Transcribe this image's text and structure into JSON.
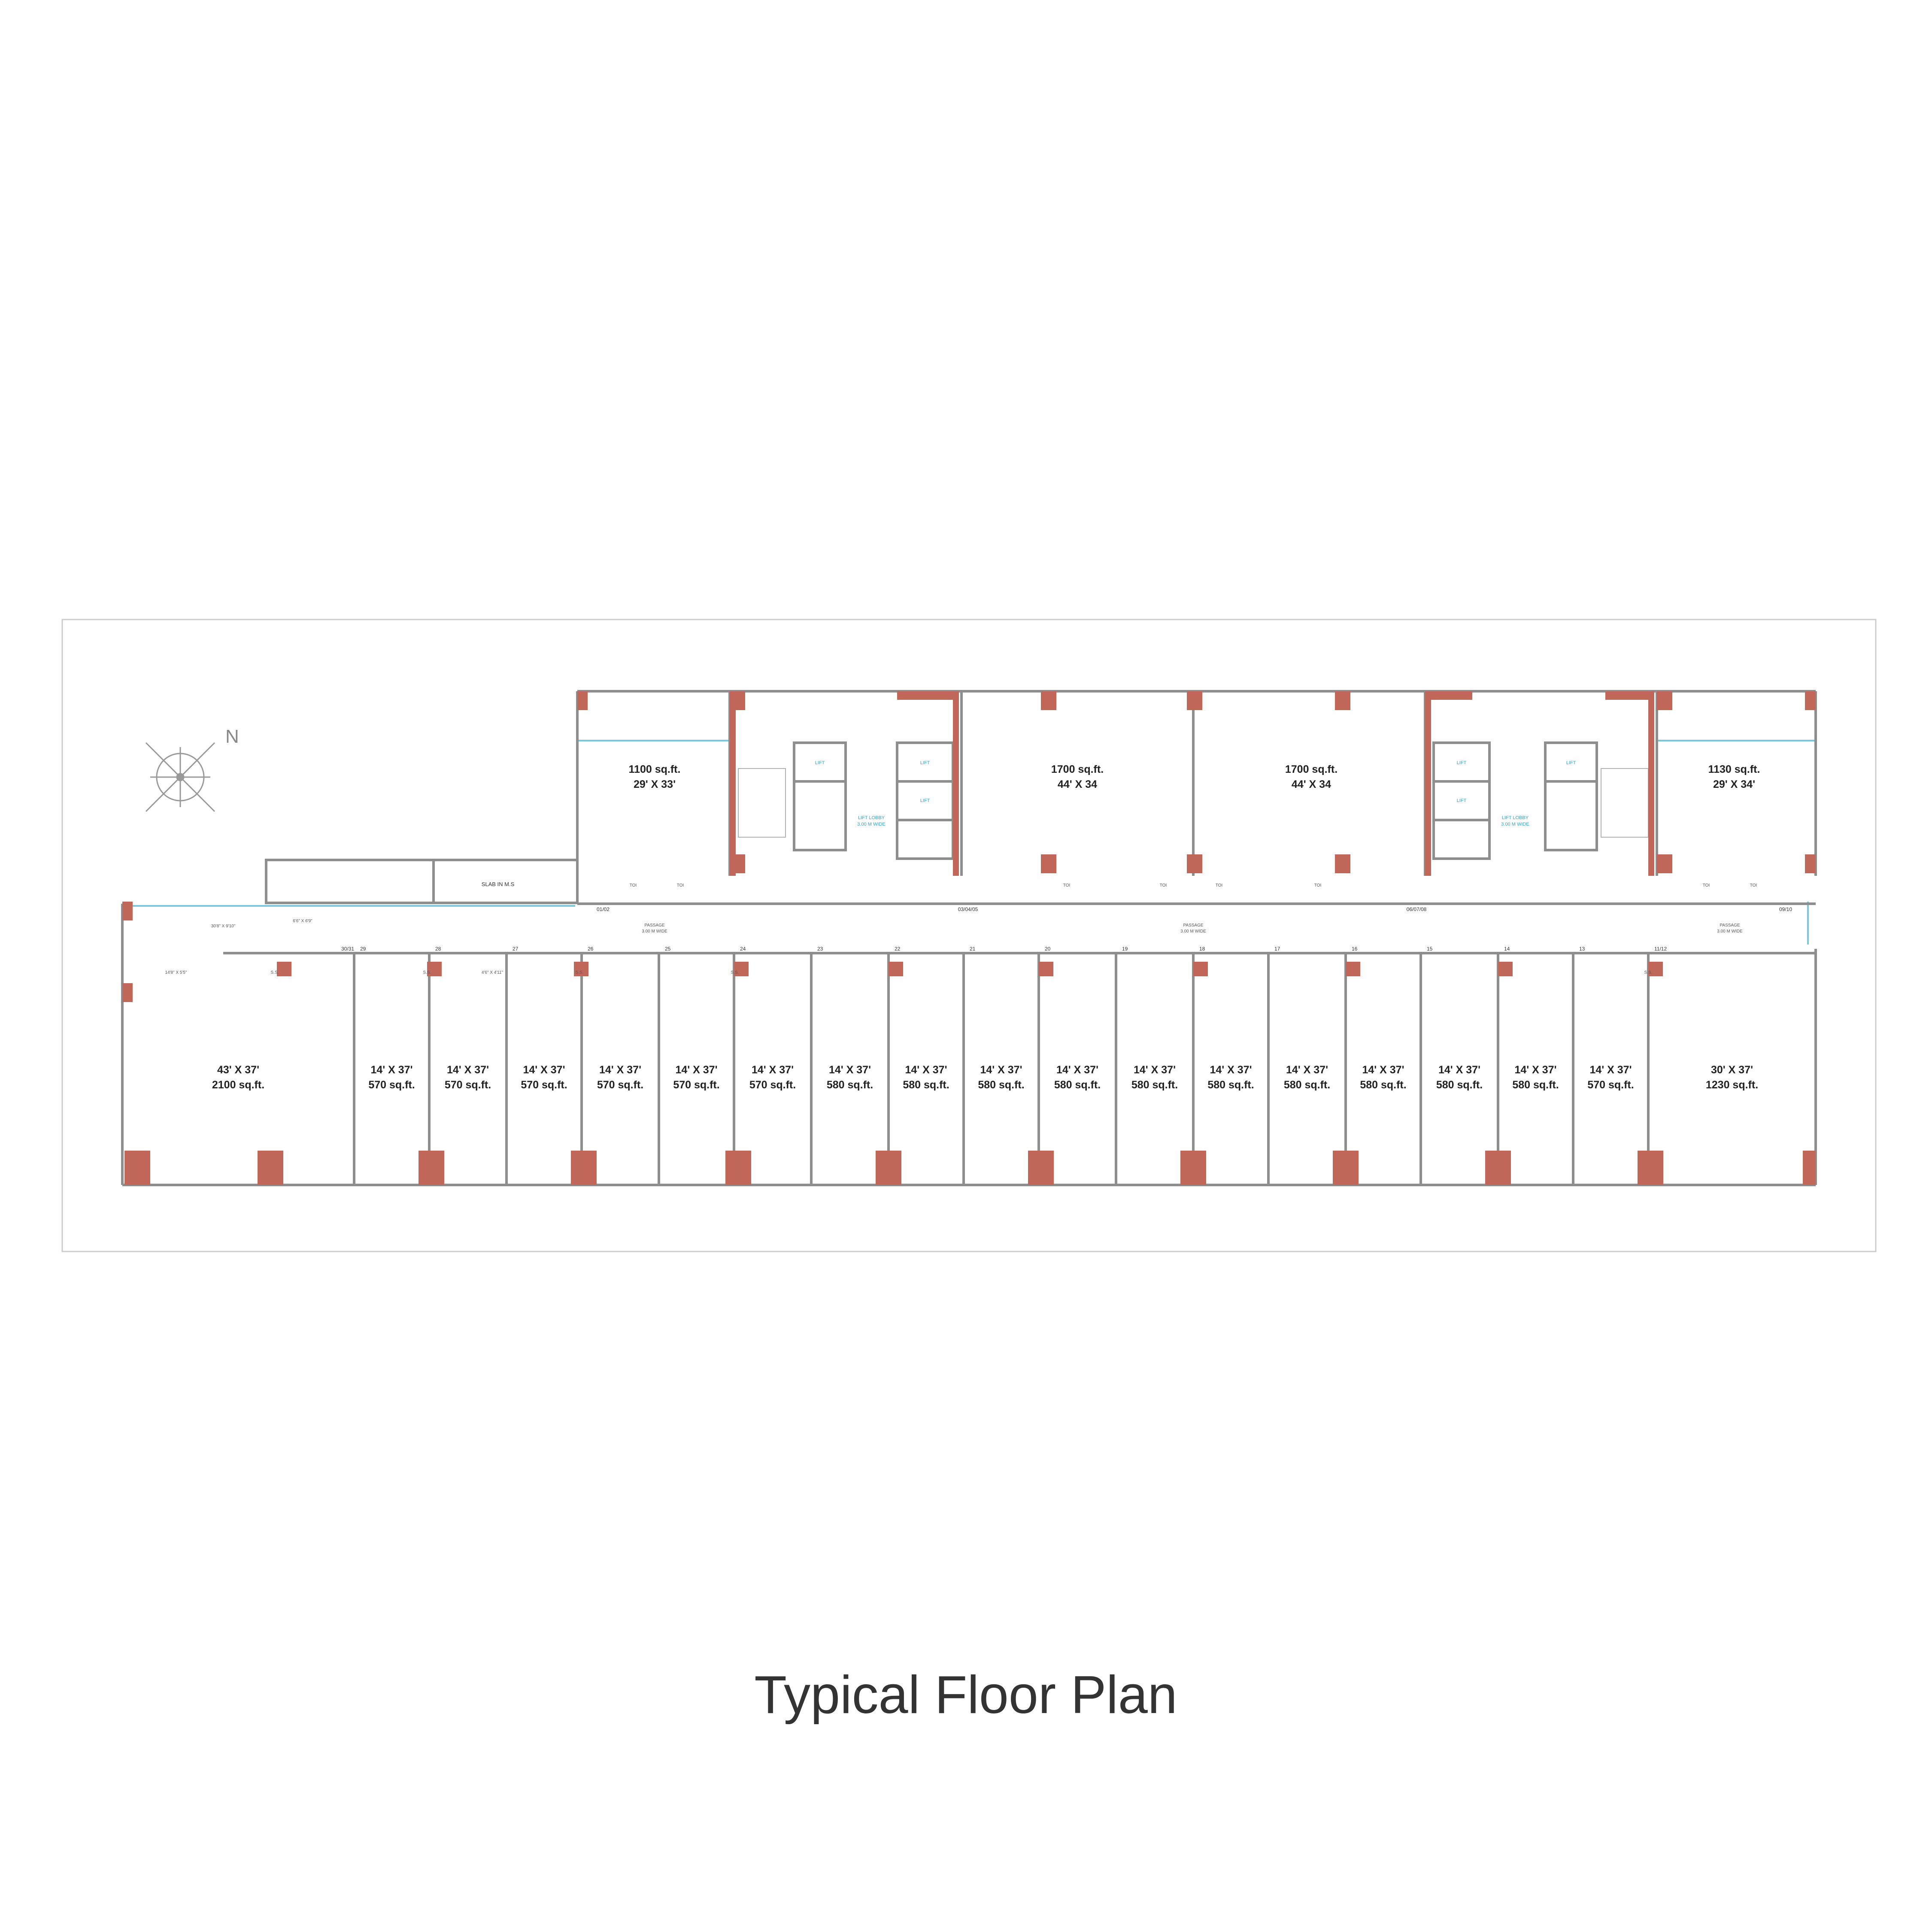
{
  "title": "Typical Floor Plan",
  "colors": {
    "column": "#c0675a",
    "wall": "#8e8e8e",
    "glazing": "#7cc6dc",
    "frame": "#cccccc",
    "text": "#333333"
  },
  "north": "N",
  "front_units": [
    {
      "area": "2100 sq.ft.",
      "dim": "43' X 37'"
    },
    {
      "area": "570 sq.ft.",
      "dim": "14' X 37'"
    },
    {
      "area": "570 sq.ft.",
      "dim": "14' X 37'"
    },
    {
      "area": "570 sq.ft.",
      "dim": "14' X 37'"
    },
    {
      "area": "570 sq.ft.",
      "dim": "14' X 37'"
    },
    {
      "area": "570 sq.ft.",
      "dim": "14' X 37'"
    },
    {
      "area": "570 sq.ft.",
      "dim": "14' X 37'"
    },
    {
      "area": "580 sq.ft.",
      "dim": "14' X 37'"
    },
    {
      "area": "580 sq.ft.",
      "dim": "14' X 37'"
    },
    {
      "area": "580 sq.ft.",
      "dim": "14' X 37'"
    },
    {
      "area": "580 sq.ft.",
      "dim": "14' X 37'"
    },
    {
      "area": "580 sq.ft.",
      "dim": "14' X 37'"
    },
    {
      "area": "580 sq.ft.",
      "dim": "14' X 37'"
    },
    {
      "area": "580 sq.ft.",
      "dim": "14' X 37'"
    },
    {
      "area": "580 sq.ft.",
      "dim": "14' X 37'"
    },
    {
      "area": "580 sq.ft.",
      "dim": "14' X 37'"
    },
    {
      "area": "580 sq.ft.",
      "dim": "14' X 37'"
    },
    {
      "area": "570 sq.ft.",
      "dim": "14' X 37'"
    },
    {
      "area": "1230 sq.ft.",
      "dim": "30' X 37'"
    }
  ],
  "rear_units": [
    {
      "area": "1100 sq.ft.",
      "dim": "29' X 33'"
    },
    {
      "area": "1700 sq.ft.",
      "dim": "44' X 34"
    },
    {
      "area": "1700 sq.ft.",
      "dim": "44' X 34"
    },
    {
      "area": "1130 sq.ft.",
      "dim": "29' X 34'"
    }
  ],
  "labels": {
    "slab": "SLAB IN M.S",
    "ss": "S.S.",
    "passage": "PASSAGE",
    "passage_width": "3.00 M WIDE",
    "lift": "LIFT",
    "lift_lobby": "LIFT LOBBY",
    "lift_lobby_width": "3.00 M WIDE",
    "toi": "TOI",
    "corner_dim": "30'8\" X 9'10\"",
    "corner_dim2": "14'8\" X 5'5\"",
    "corner_dim3": "6'6\" X 6'9\"",
    "corner_dim4": "4'6\" X 4'11\""
  },
  "numbers": {
    "front": [
      "30/31",
      "29",
      "28",
      "27",
      "26",
      "25",
      "24",
      "23",
      "22",
      "21",
      "20",
      "19",
      "18",
      "17",
      "16",
      "15",
      "14",
      "13",
      "11/12"
    ],
    "rear": [
      "01/02",
      "03/04/05",
      "06/07/08",
      "09/10"
    ]
  }
}
